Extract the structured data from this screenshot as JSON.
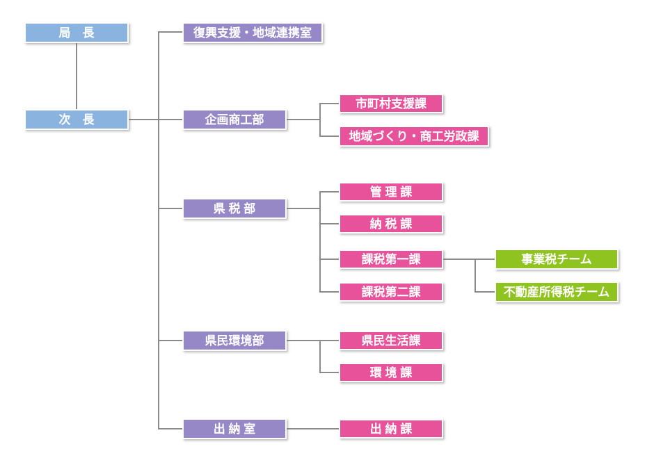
{
  "palette": {
    "executive_blue": "#8ab3e0",
    "department_purple": "#9688c6",
    "division_pink": "#e8529b",
    "team_green": "#8fc31f",
    "connector_gray": "#8a8a8a",
    "label_text": "#ffffff",
    "background": "#ffffff"
  },
  "org": {
    "director": {
      "label": "局　長"
    },
    "deputy": {
      "label": "次　長"
    },
    "departments": [
      {
        "label": "復興支援・地域連携室",
        "divisions": []
      },
      {
        "label": "企画商工部",
        "divisions": [
          {
            "label": "市町村支援課"
          },
          {
            "label": "地域づくり・商工労政課"
          }
        ]
      },
      {
        "label": "県 税 部",
        "divisions": [
          {
            "label": "管 理 課"
          },
          {
            "label": "納 税 課"
          },
          {
            "label": "課税第一課",
            "teams": [
              {
                "label": "事業税チーム"
              },
              {
                "label": "不動産所得税チーム"
              }
            ]
          },
          {
            "label": "課税第二課"
          }
        ]
      },
      {
        "label": "県民環境部",
        "divisions": [
          {
            "label": "県民生活課"
          },
          {
            "label": "環 境 課"
          }
        ]
      },
      {
        "label": "出 納 室",
        "divisions": [
          {
            "label": "出 納 課"
          }
        ]
      }
    ]
  }
}
